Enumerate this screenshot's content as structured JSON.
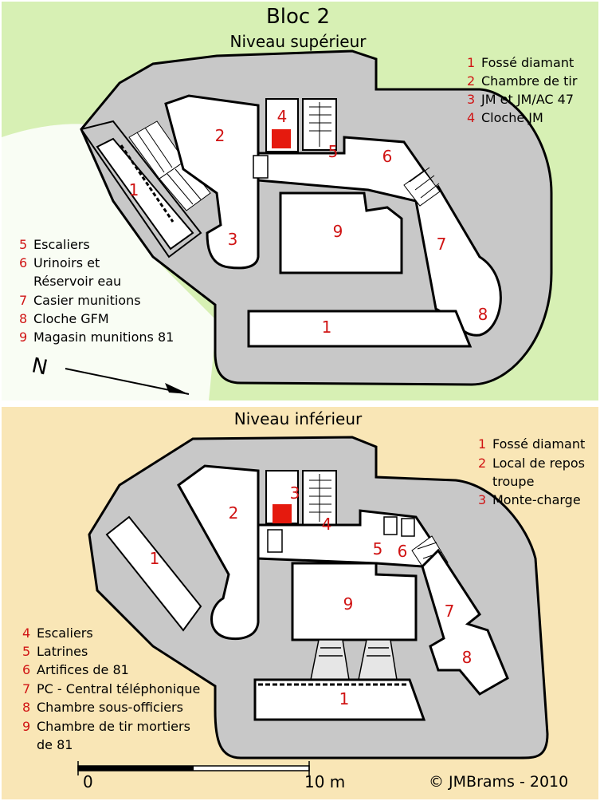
{
  "title": "Bloc 2",
  "upper": {
    "subtitle": "Niveau supérieur",
    "legend_right": [
      {
        "num": "1",
        "text": "Fossé diamant"
      },
      {
        "num": "2",
        "text": "Chambre de tir"
      },
      {
        "num": "3",
        "text": "JM et JM/AC 47"
      },
      {
        "num": "4",
        "text": "Cloche JM"
      }
    ],
    "legend_left": [
      {
        "num": "5",
        "text": "Escaliers"
      },
      {
        "num": "6",
        "text": "Urinoirs et"
      },
      {
        "num": "",
        "text": "Réservoir eau"
      },
      {
        "num": "7",
        "text": "Casier munitions"
      },
      {
        "num": "8",
        "text": "Cloche GFM"
      },
      {
        "num": "9",
        "text": "Magasin munitions 81"
      }
    ],
    "room_numbers": [
      "1",
      "2",
      "3",
      "4",
      "5",
      "6",
      "7",
      "8",
      "9",
      "1"
    ],
    "north_label": "N"
  },
  "lower": {
    "subtitle": "Niveau inférieur",
    "legend_right": [
      {
        "num": "1",
        "text": "Fossé diamant"
      },
      {
        "num": "2",
        "text": "Local de repos"
      },
      {
        "num": "",
        "text": "troupe"
      },
      {
        "num": "3",
        "text": "Monte-charge"
      }
    ],
    "legend_left": [
      {
        "num": "4",
        "text": "Escaliers"
      },
      {
        "num": "5",
        "text": "Latrines"
      },
      {
        "num": "6",
        "text": "Artifices de 81"
      },
      {
        "num": "7",
        "text": "PC - Central téléphonique"
      },
      {
        "num": "8",
        "text": "Chambre sous-officiers"
      },
      {
        "num": "9",
        "text": "Chambre de tir mortiers"
      },
      {
        "num": "",
        "text": "de 81"
      }
    ],
    "room_numbers": [
      "1",
      "2",
      "3",
      "4",
      "5",
      "6",
      "7",
      "8",
      "9",
      "1"
    ]
  },
  "scale": {
    "start": "0",
    "end": "10 m"
  },
  "copyright": "©  JMBrams - 2010",
  "colors": {
    "upper_bg": "#d7f0b4",
    "lower_bg": "#f9e6b6",
    "concrete": "#c8c8c8",
    "room": "#ffffff",
    "outline": "#000000",
    "number": "#d01414",
    "cloche": "#e51a0e"
  }
}
